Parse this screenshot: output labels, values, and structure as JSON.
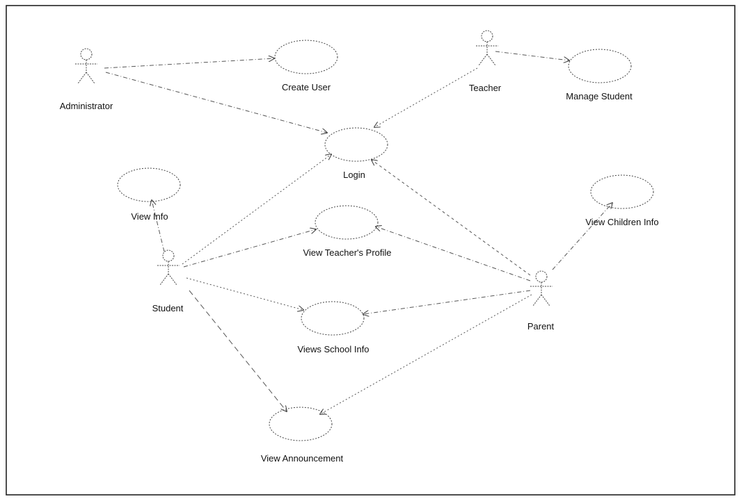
{
  "actors": {
    "administrator": "Administrator",
    "teacher": "Teacher",
    "student": "Student",
    "parent": "Parent"
  },
  "use_cases": {
    "create_user": "Create User",
    "manage_student": "Manage Student",
    "login": "Login",
    "view_info": "View Info",
    "view_teachers_profile": "View Teacher's Profile",
    "view_children_info": "View Children Info",
    "views_school_info": "Views School Info",
    "view_announcement": "View Announcement"
  },
  "colors": {
    "frame": "#222222",
    "line": "#555555",
    "text": "#111111"
  }
}
